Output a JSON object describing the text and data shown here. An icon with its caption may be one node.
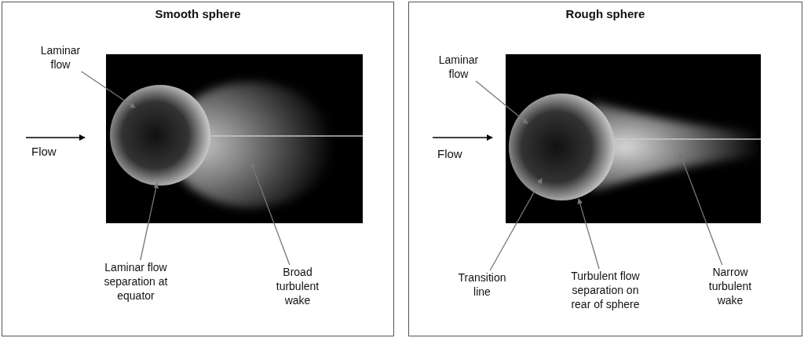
{
  "diagram": {
    "nodes": [
      {
        "text": [
          "Smooth sphere"
        ]
      },
      {
        "text": [],
        "shape": "picture",
        "in": 0
      },
      {
        "text": [
          "Laminar flow"
        ],
        "in": 0
      },
      {
        "text": [
          "Laminar flow separation at equator"
        ],
        "in": 0
      },
      {
        "text": [
          "Broad turbulent wake"
        ],
        "in": 0
      },
      {
        "text": [
          "Rough sphere"
        ]
      },
      {
        "text": [],
        "shape": "picture",
        "in": 5
      },
      {
        "text": [
          "Laminar flow"
        ],
        "in": 5
      },
      {
        "text": [
          "Transition line"
        ],
        "in": 5
      },
      {
        "text": [
          "Turbulent flow separation on rear of sphere"
        ],
        "in": 5
      },
      {
        "text": [
          "Narrow turbulent wake"
        ],
        "in": 5
      }
    ],
    "edges": [
      {
        "from": 2,
        "to": 1,
        "arrow": "to"
      },
      {
        "from": 3,
        "to": 1,
        "arrow": "to"
      },
      {
        "from": 4,
        "to": 1,
        "arrow": "to"
      },
      {
        "from": 7,
        "to": 6,
        "arrow": "to"
      },
      {
        "from": 8,
        "to": 6,
        "arrow": "to"
      },
      {
        "from": 9,
        "to": 6,
        "arrow": "to"
      },
      {
        "from": 10,
        "to": 6,
        "arrow": "to"
      }
    ],
    "labels": [
      "Flow",
      "Flow"
    ]
  }
}
